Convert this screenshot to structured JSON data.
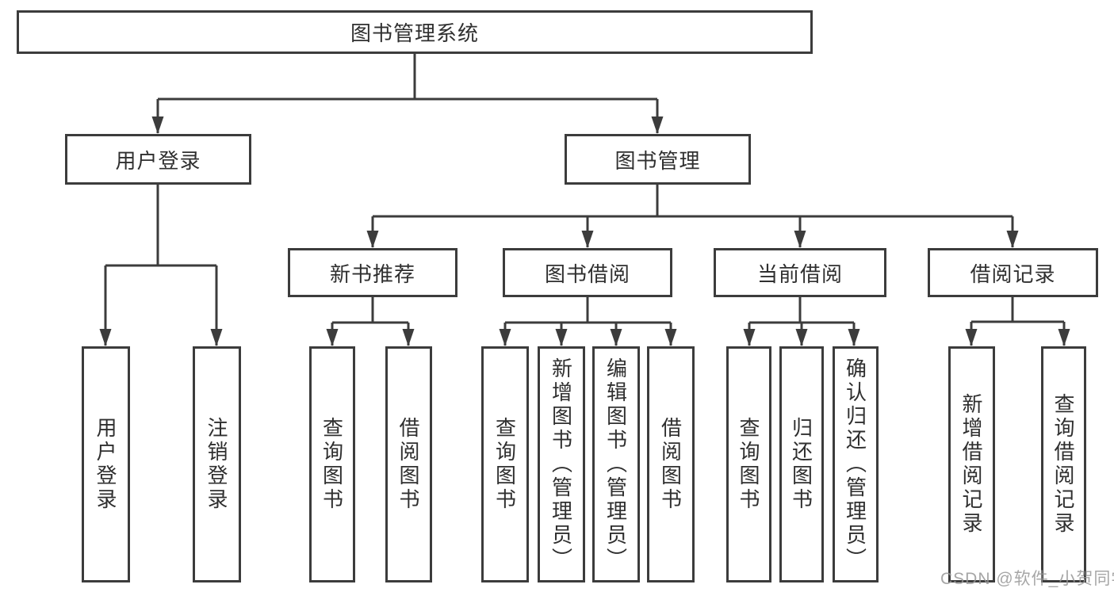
{
  "diagram": {
    "title": "图书管理系统",
    "watermark": "CSDN @软件_小贺同学",
    "colors": {
      "line": "#3c3c3c",
      "text": "#2f2f2f",
      "background": "#ffffff",
      "watermark": "#969696"
    },
    "nodes": {
      "root": {
        "label": "图书管理系统"
      },
      "user_login": {
        "label": "用户登录"
      },
      "book_mgmt": {
        "label": "图书管理"
      },
      "new_book_rec": {
        "label": "新书推荐"
      },
      "book_borrow": {
        "label": "图书借阅"
      },
      "current_borrow": {
        "label": "当前借阅"
      },
      "borrow_records": {
        "label": "借阅记录"
      },
      "leaf_user_login": {
        "label": "用户登录"
      },
      "leaf_logout": {
        "label": "注销登录"
      },
      "leaf_query_book_1": {
        "label": "查询图书"
      },
      "leaf_borrow_book_1": {
        "label": "借阅图书"
      },
      "leaf_query_book_2": {
        "label": "查询图书"
      },
      "leaf_add_book": {
        "label": "新增图书（管理员）"
      },
      "leaf_edit_book": {
        "label": "编辑图书（管理员）"
      },
      "leaf_borrow_book_2": {
        "label": "借阅图书"
      },
      "leaf_query_book_3": {
        "label": "查询图书"
      },
      "leaf_return_book": {
        "label": "归还图书"
      },
      "leaf_confirm_return": {
        "label": "确认归还（管理员）"
      },
      "leaf_add_borrow_record": {
        "label": "新增借阅记录"
      },
      "leaf_query_borrow_record": {
        "label": "查询借阅记录"
      }
    },
    "hierarchy": {
      "图书管理系统": [
        "用户登录",
        "图书管理"
      ],
      "用户登录": [
        "用户登录",
        "注销登录"
      ],
      "图书管理": [
        "新书推荐",
        "图书借阅",
        "当前借阅",
        "借阅记录"
      ],
      "新书推荐": [
        "查询图书",
        "借阅图书"
      ],
      "图书借阅": [
        "查询图书",
        "新增图书（管理员）",
        "编辑图书（管理员）",
        "借阅图书"
      ],
      "当前借阅": [
        "查询图书",
        "归还图书",
        "确认归还（管理员）"
      ],
      "借阅记录": [
        "新增借阅记录",
        "查询借阅记录"
      ]
    }
  }
}
